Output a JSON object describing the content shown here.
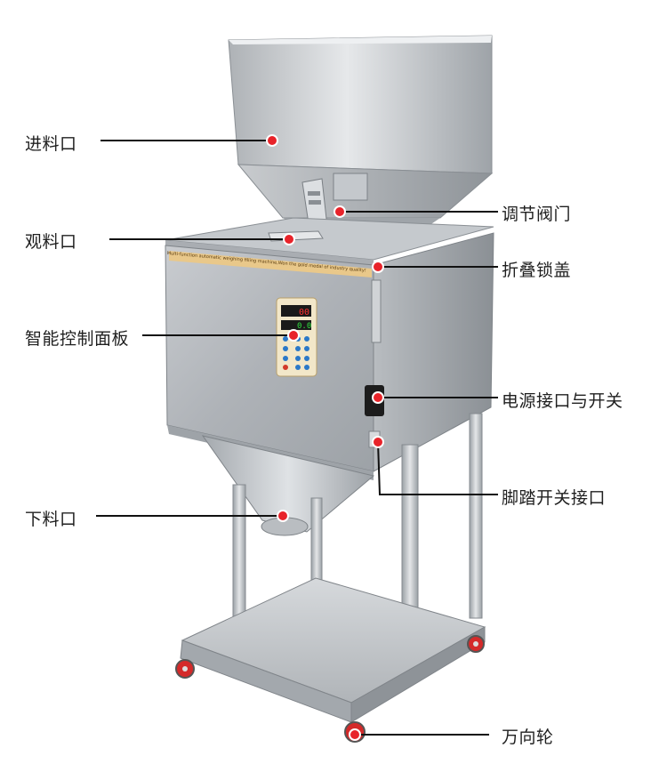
{
  "callouts": {
    "inlet": "进料口",
    "observation": "观料口",
    "control_panel": "智能控制面板",
    "outlet": "下料口",
    "adjust_valve": "调节阀门",
    "fold_lock_lid": "折叠锁盖",
    "power_socket_switch": "电源接口与开关",
    "foot_switch_socket": "脚踏开关接口",
    "casters": "万向轮"
  },
  "machine": {
    "banner_text": "Multi-function automatic weighing filling machine,Won the gold medal of industry quality!",
    "display_top": "00",
    "display_bottom": "0.0"
  },
  "colors": {
    "marker": "#e8232a",
    "steel_light": "#d9dcdf",
    "steel_dark": "#8c9196",
    "banner": "#e9c88a",
    "caster": "#d42a2a"
  }
}
